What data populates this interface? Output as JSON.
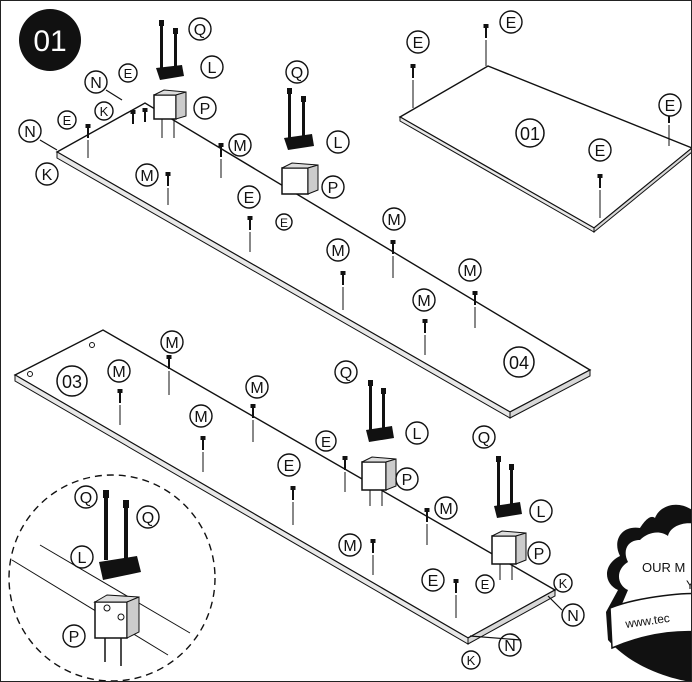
{
  "step": {
    "number": "01"
  },
  "panels": [
    {
      "id": "board-01",
      "label": "01"
    },
    {
      "id": "board-04",
      "label": "04"
    },
    {
      "id": "board-03",
      "label": "03"
    }
  ],
  "callouts": {
    "E": "E",
    "K": "K",
    "L": "L",
    "M": "M",
    "N": "N",
    "P": "P",
    "Q": "Q"
  },
  "watermark": {
    "line1": "OUR M",
    "line2": "Y",
    "url": "www.tec"
  }
}
